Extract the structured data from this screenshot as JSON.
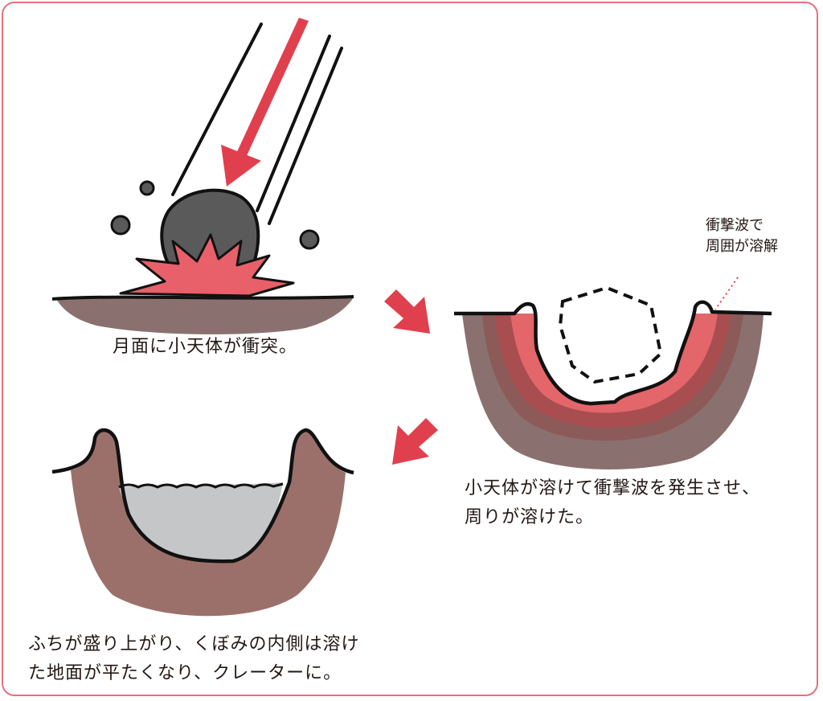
{
  "steps": [
    {
      "caption": "月面に小天体が衝突。"
    },
    {
      "caption_line1": "小天体が溶けて衝撃波を発生させ、",
      "caption_line2": "周りが溶けた。",
      "note_line1": "衝撃波で",
      "note_line2": "周囲が溶解"
    },
    {
      "caption_line1": "ふちが盛り上がり、くぼみの内側は溶け",
      "caption_line2": "た地面が平たくなり、クレーターに。"
    }
  ],
  "colors": {
    "frame": "#e8707a",
    "arrow": "#e0404e",
    "ground": "#8a716f",
    "melt": "#e2666a",
    "melt_dark": "#a84e50",
    "impactor": "#5a5a5a",
    "flat_melt": "#c4c6c7"
  }
}
